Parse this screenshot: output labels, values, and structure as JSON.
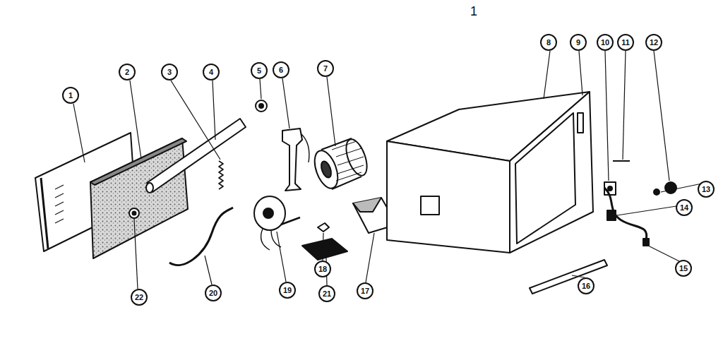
{
  "diagram": {
    "labels": [
      "1",
      "1",
      "2",
      "3",
      "4",
      "5",
      "6",
      "7",
      "8",
      "9",
      "10",
      "11",
      "12",
      "13",
      "14",
      "15",
      "16",
      "17",
      "18",
      "19",
      "20",
      "21",
      "22"
    ]
  }
}
